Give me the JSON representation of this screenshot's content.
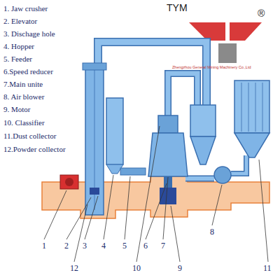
{
  "diagram": {
    "labels": [
      "1. Jaw crusher",
      "2. Elevator",
      "3. Dischage hole",
      "4. Hopper",
      "5. Feeder",
      "6.Speed reducer",
      "7.Main unite",
      "8. Air blower",
      "9. Motor",
      "10. Classifier",
      "11.Dust collector",
      "12.Powder collector",
      "TYM",
      "®",
      "Zhengzhou General Mining Machinery Co.,Ltd",
      "1",
      "2",
      "3",
      "4",
      "5",
      "6",
      "7",
      "8",
      "9",
      "12",
      "10",
      "11"
    ]
  }
}
